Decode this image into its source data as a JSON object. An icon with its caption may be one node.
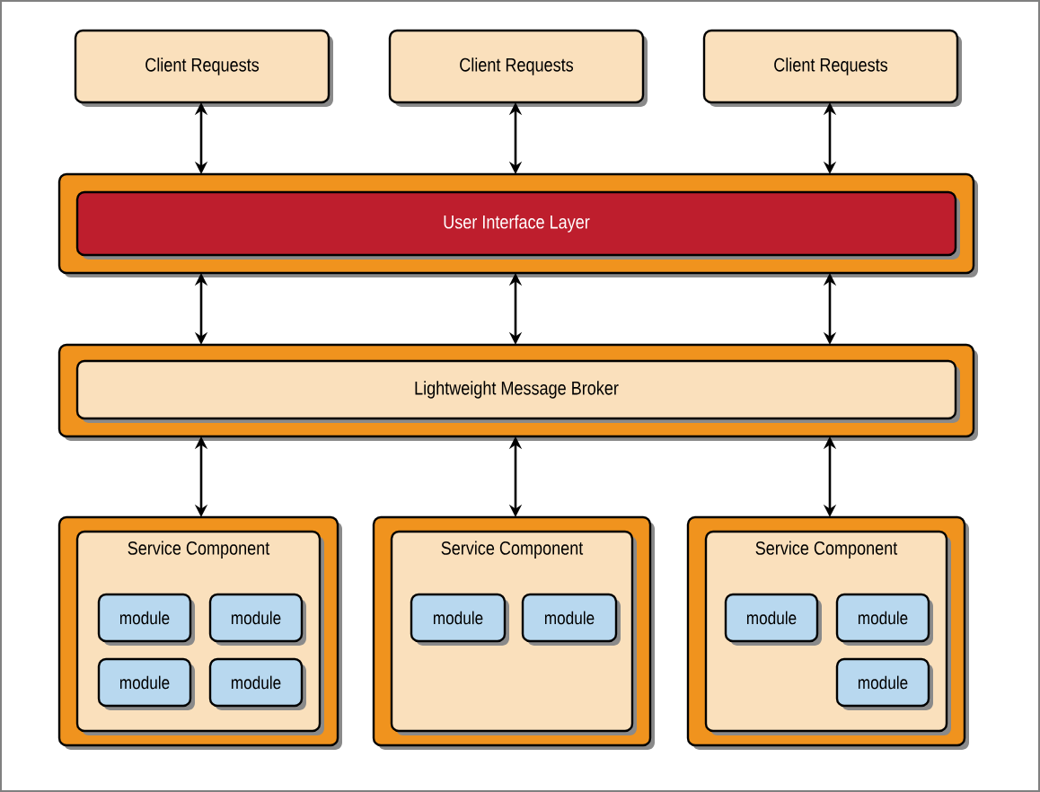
{
  "diagram": {
    "nodes": [
      {
        "text": [
          "Client Requests"
        ]
      },
      {
        "text": [
          "Client Requests"
        ]
      },
      {
        "text": [
          "Client Requests"
        ]
      },
      {
        "text": [],
        "shape": "box"
      },
      {
        "text": [
          "User Interface Layer"
        ],
        "in": 3
      },
      {
        "text": [],
        "shape": "box"
      },
      {
        "text": [
          "Lightweight Message Broker"
        ],
        "in": 5
      },
      {
        "text": [],
        "shape": "box"
      },
      {
        "text": [
          "Service Component"
        ],
        "in": 7
      },
      {
        "text": [
          "module"
        ],
        "in": 8
      },
      {
        "text": [
          "module"
        ],
        "in": 8
      },
      {
        "text": [
          "module"
        ],
        "in": 8
      },
      {
        "text": [
          "module"
        ],
        "in": 8
      },
      {
        "text": [],
        "shape": "box"
      },
      {
        "text": [
          "Service Component"
        ],
        "in": 13
      },
      {
        "text": [
          "module"
        ],
        "in": 14
      },
      {
        "text": [
          "module"
        ],
        "in": 14
      },
      {
        "text": [],
        "shape": "box"
      },
      {
        "text": [
          "Service Component"
        ],
        "in": 17
      },
      {
        "text": [
          "module"
        ],
        "in": 18
      },
      {
        "text": [
          "module"
        ],
        "in": 18
      },
      {
        "text": [
          "module"
        ],
        "in": 18
      }
    ],
    "edges": [
      {
        "from": 0,
        "to": 3,
        "arrow": "both"
      },
      {
        "from": 1,
        "to": 3,
        "arrow": "both"
      },
      {
        "from": 2,
        "to": 3,
        "arrow": "both"
      },
      {
        "from": 3,
        "to": 5,
        "arrow": "both"
      },
      {
        "from": 3,
        "to": 5,
        "arrow": "both"
      },
      {
        "from": 3,
        "to": 5,
        "arrow": "both"
      },
      {
        "from": 5,
        "to": 7,
        "arrow": "both"
      },
      {
        "from": 5,
        "to": 13,
        "arrow": "both"
      },
      {
        "from": 5,
        "to": 17,
        "arrow": "both"
      }
    ]
  }
}
